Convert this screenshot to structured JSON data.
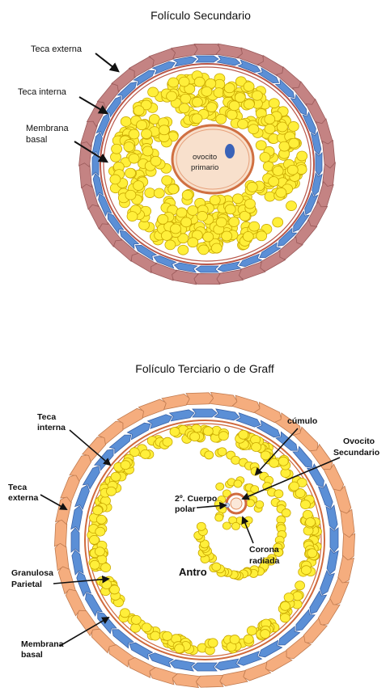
{
  "diagram1": {
    "title": "Folículo   Secundario",
    "labels": {
      "teca_externa": "Teca externa",
      "teca_interna": "Teca interna",
      "membrana_line1": "Membrana",
      "membrana_line2": "basal",
      "ovocito_line1": "ovocito",
      "ovocito_line2": "primario"
    }
  },
  "diagram2": {
    "title": "Folículo Terciario o de Graff",
    "labels": {
      "cumulo": "cúmulo",
      "teca_interna_line1": "Teca",
      "teca_interna_line2": "interna",
      "ovocito_line1": "Ovocito",
      "ovocito_line2": "Secundario",
      "teca_externa_line1": "Teca",
      "teca_externa_line2": "externa",
      "cuerpo_line1": "2º. Cuerpo",
      "cuerpo_line2": "polar",
      "corona_line1": "Corona",
      "corona_line2": "radiada",
      "antro": "Antro",
      "granulosa_line1": "Granulosa",
      "granulosa_line2": "Parietal",
      "membrana_line1": "Membrana",
      "membrana_line2": "basal"
    }
  },
  "colors": {
    "cell_fill": "#ffef3a",
    "cell_stroke": "#c9a800",
    "teca_interna_blue": "#5b8fd6",
    "teca_externa_pink": "#c48383",
    "teca_externa_orange": "#f5ad7e",
    "membrane": "#c96a4e",
    "nucleus": "#3a63b8"
  }
}
